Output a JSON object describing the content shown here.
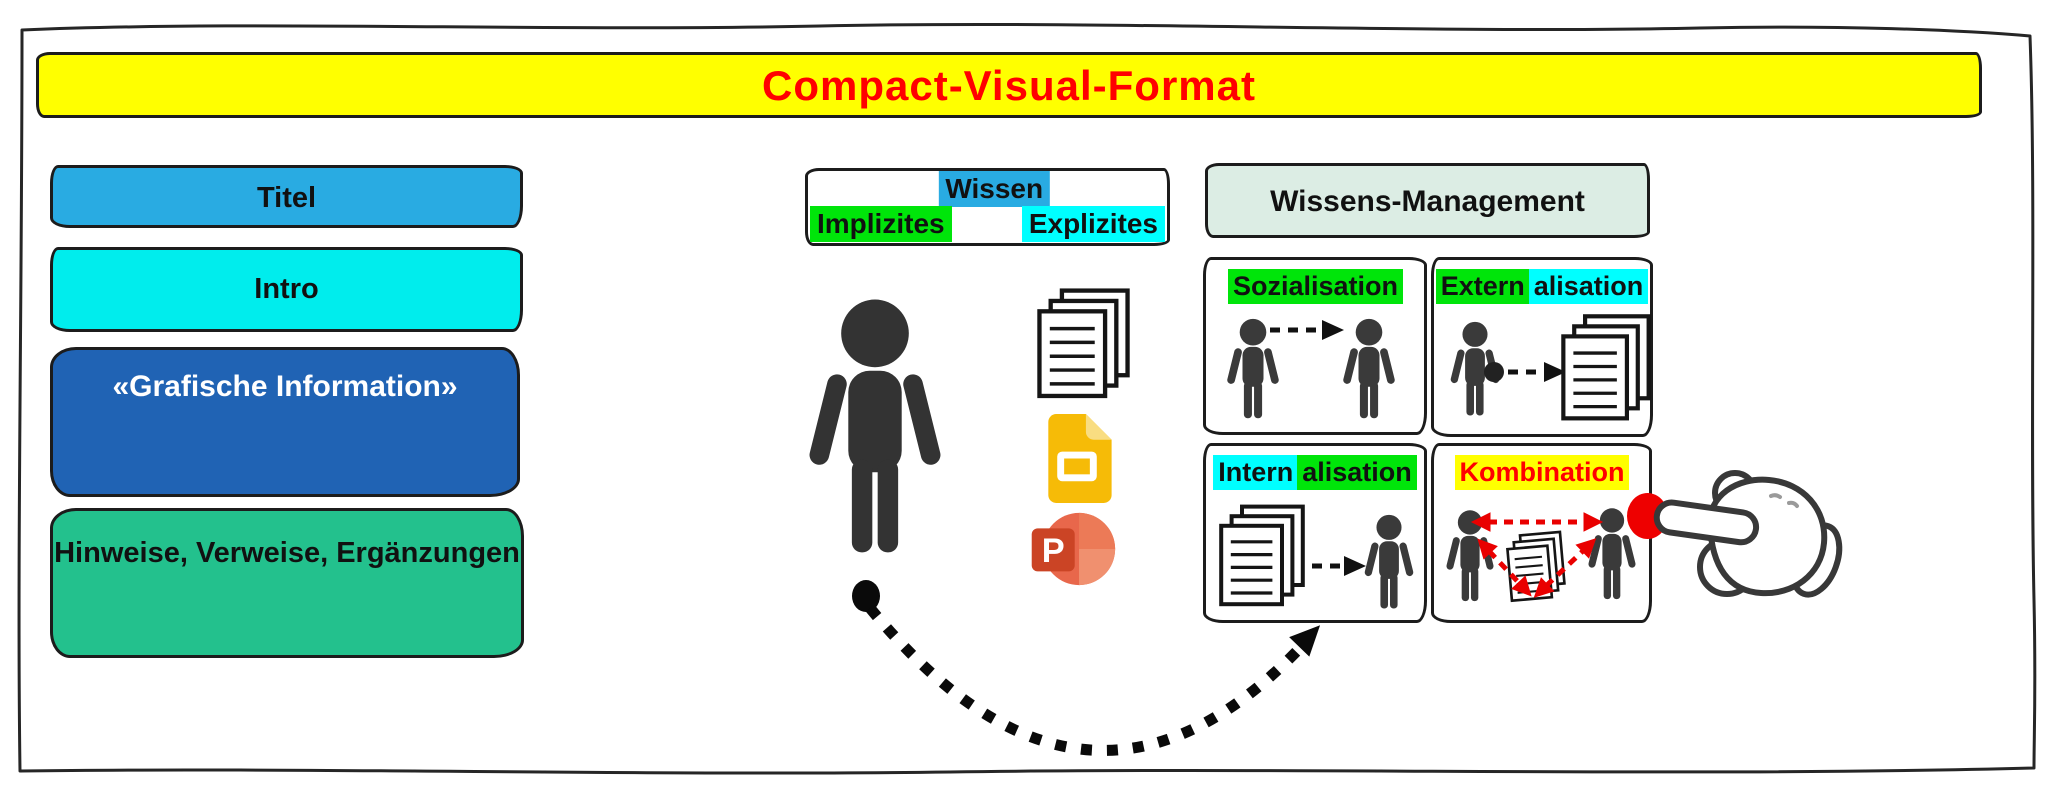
{
  "banner": {
    "title": "Compact-Visual-Format"
  },
  "left_panel": {
    "titel": "Titel",
    "intro": "Intro",
    "graphic": "«Grafische Information»",
    "notes": "Hinweise, Verweise, Ergänzungen"
  },
  "wissen": {
    "title": "Wissen",
    "implicit": "Implizites",
    "explicit": "Explizites"
  },
  "management": {
    "title": "Wissens-Management",
    "quadrants": [
      {
        "name": "sozialisation",
        "part1": "Sozialisation",
        "part2": ""
      },
      {
        "name": "externalisation",
        "part1": "Extern",
        "part2": "alisation"
      },
      {
        "name": "internalisation",
        "part1": "Intern",
        "part2": "alisation"
      },
      {
        "name": "kombination",
        "part1": "Kombination",
        "part2": ""
      }
    ]
  },
  "icons": {
    "person": "person-pictogram",
    "documents": "document-stack",
    "slides": "google-slides-icon",
    "powerpoint": "powerpoint-icon",
    "hand": "pointing-hand-cursor",
    "red_dot": "red-target-dot",
    "flow_arrow": "dotted-curve-arrow"
  },
  "colors": {
    "banner_bg": "#FFFF00",
    "banner_text": "#FF0000",
    "titel_bg": "#29ABE2",
    "intro_bg": "#00EDED",
    "graphic_bg": "#2063B4",
    "notes_bg": "#23C18D",
    "highlight_green": "#00E50A",
    "highlight_cyan": "#00FFFF",
    "highlight_blue": "#29ABE2",
    "highlight_yellow": "#FFFF00",
    "kombination_text": "#FF0000",
    "management_bg": "#DCEDE4",
    "pictogram": "#333333",
    "red_accent": "#EE0000"
  }
}
